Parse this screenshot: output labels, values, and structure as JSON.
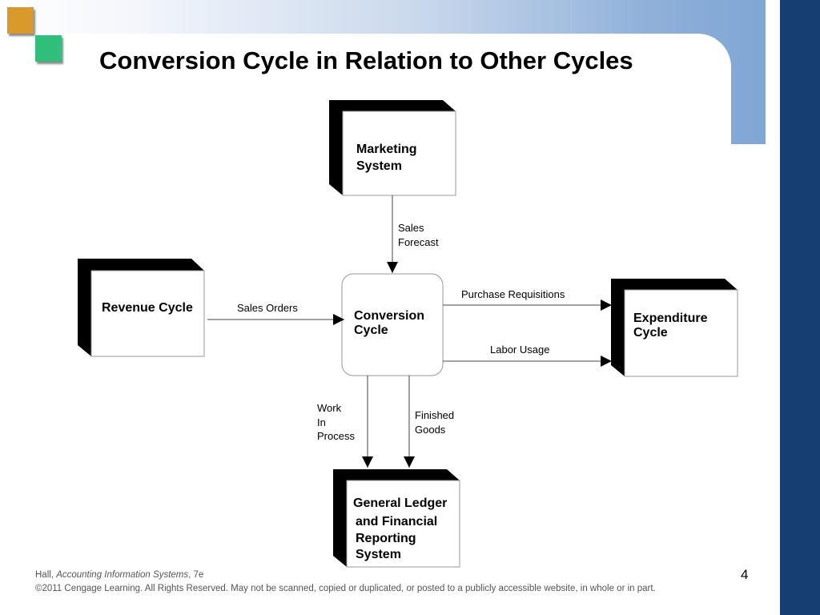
{
  "slide": {
    "title": "Conversion Cycle in Relation to Other Cycles",
    "page_number": "4"
  },
  "diagram": {
    "nodes": {
      "marketing": "Marketing\nSystem",
      "revenue": "Revenue Cycle",
      "conversion": "Conversion\nCycle",
      "expenditure": "Expenditure\nCycle",
      "general_ledger_line1": "General Ledger",
      "general_ledger_rest": "and Financial\nReporting\nSystem"
    },
    "flows": {
      "sales_forecast": "Sales\nForecast",
      "sales_orders": "Sales Orders",
      "purchase_requisitions": "Purchase Requisitions",
      "labor_usage": "Labor Usage",
      "work_in_process": "Work\nIn\nProcess",
      "finished_goods": "Finished\nGoods"
    }
  },
  "footer": {
    "author": "Hall, ",
    "book": "Accounting Information Systems",
    "edition": ", 7e",
    "copyright": "©2011 Cengage Learning. All Rights Reserved. May not be scanned, copied or duplicated, or posted to a publicly accessible website, in whole or in part."
  },
  "colors": {
    "dark_blue_bar": "#173e72",
    "light_blue_band": "#7fa6d4",
    "orange_square": "#d99a2b",
    "green_square": "#2fbf7a"
  }
}
